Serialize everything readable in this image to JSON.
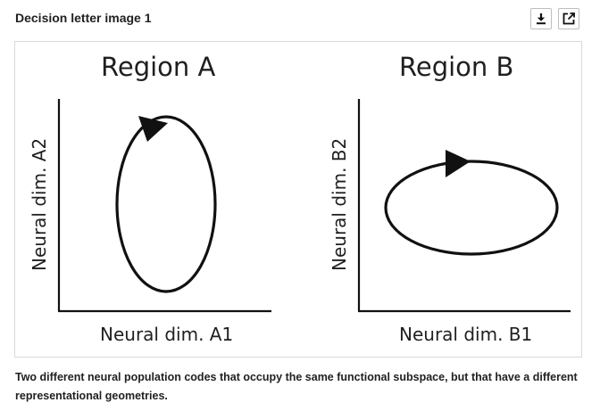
{
  "header": {
    "title": "Decision letter image 1"
  },
  "toolbar": {
    "download_icon": "download-icon",
    "open_icon": "open-in-new-icon"
  },
  "figure": {
    "panels": [
      {
        "title": "Region A",
        "xlabel": "Neural dim. A1",
        "ylabel": "Neural dim. A2",
        "loop_shape": "vertical-ellipse"
      },
      {
        "title": "Region B",
        "xlabel": "Neural dim. B1",
        "ylabel": "Neural dim. B2",
        "loop_shape": "horizontal-ellipse"
      }
    ]
  },
  "caption": "Two different neural population codes that occupy the same functional subspace, but that have a different representational geometries."
}
